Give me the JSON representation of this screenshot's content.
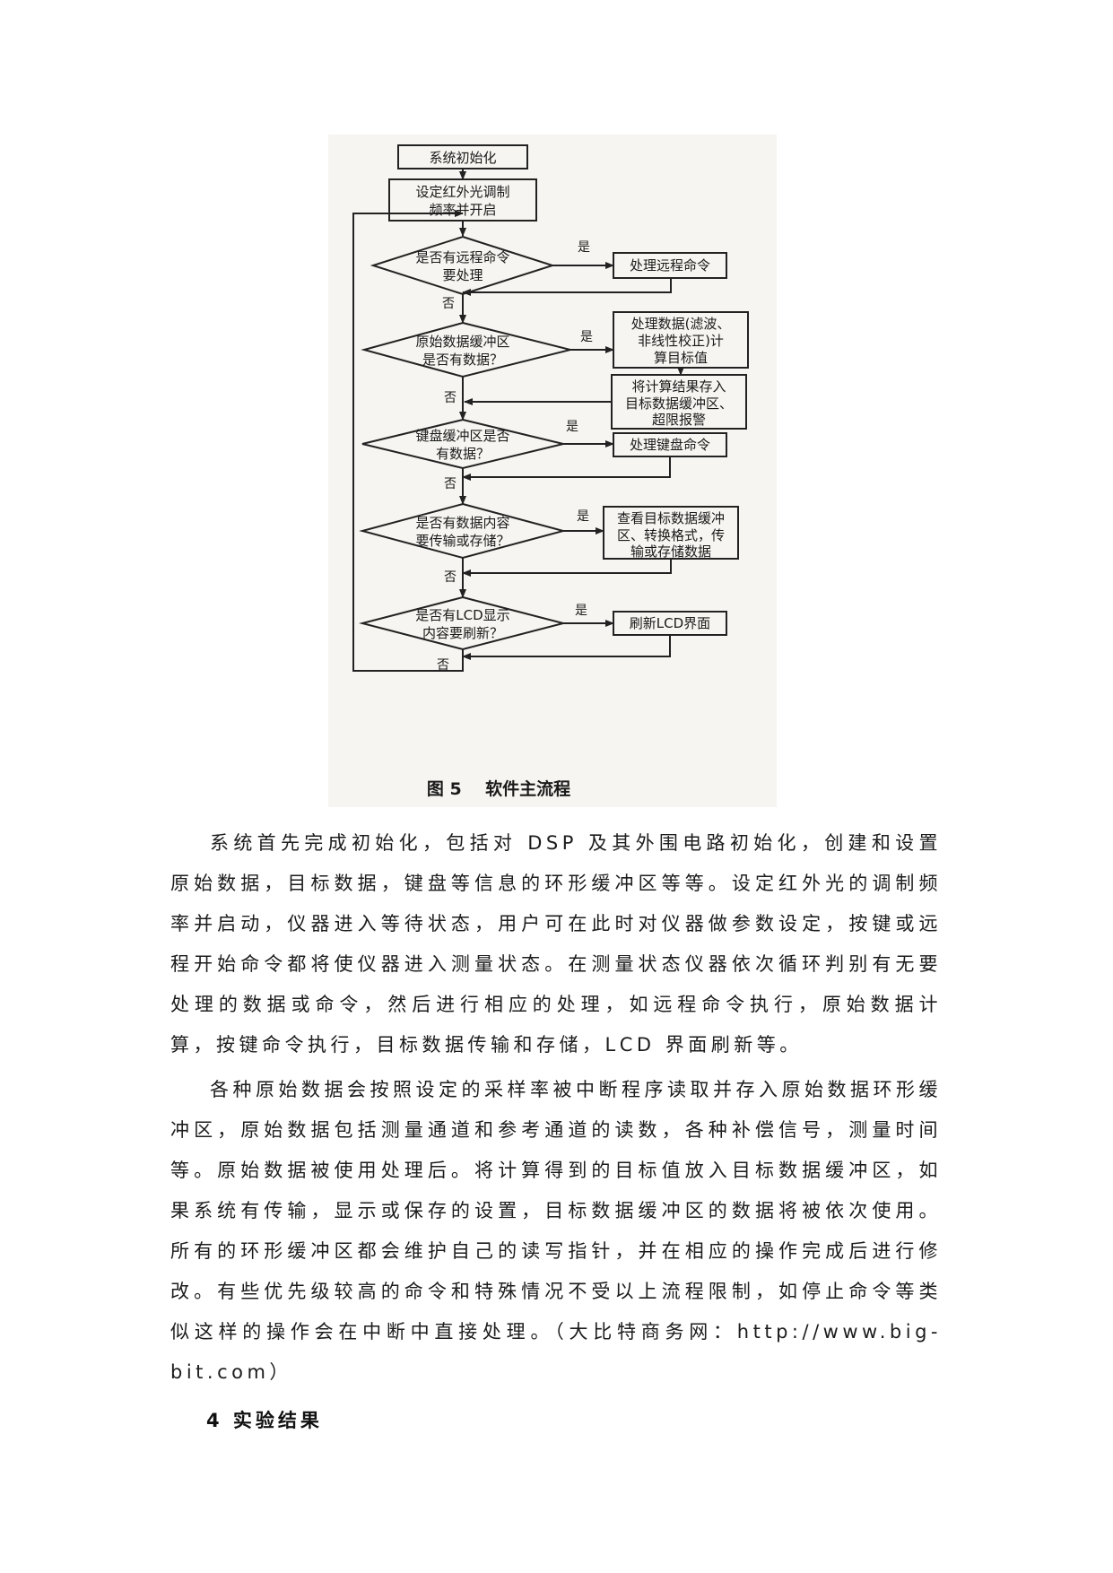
{
  "figure": {
    "caption": "图 5    软件主流程",
    "nodes": {
      "init": "系统初始化",
      "set_ir_1": "设定红外光调制",
      "set_ir_2": "频率并开启",
      "q_remote_1": "是否有远程命令",
      "q_remote_2": "要处理",
      "remote_proc": "处理远程命令",
      "q_raw_1": "原始数据缓冲区",
      "q_raw_2": "是否有数据？",
      "proc_data_1": "处理数据(滤波、",
      "proc_data_2": "非线性校正)计",
      "proc_data_3": "算目标值",
      "store_1": "将计算结果存入",
      "store_2": "目标数据缓冲区、",
      "store_3": "超限报警",
      "q_key_1": "键盘缓冲区是否",
      "q_key_2": "有数据？",
      "key_proc": "处理键盘命令",
      "q_tx_1": "是否有数据内容",
      "q_tx_2": "要传输或存储？",
      "tx_proc_1": "查看目标数据缓冲",
      "tx_proc_2": "区、转换格式，传",
      "tx_proc_3": "输或存储数据",
      "q_lcd_1": "是否有LCD显示",
      "q_lcd_2": "内容要刷新？",
      "lcd_proc": "刷新LCD界面"
    },
    "yes_label": "是",
    "no_label": "否"
  },
  "paragraphs": [
    "系统首先完成初始化，包括对 DSP 及其外围电路初始化，创建和设置原始数据，目标数据，键盘等信息的环形缓冲区等等。设定红外光的调制频率并启动，仪器进入等待状态，用户可在此时对仪器做参数设定，按键或远程开始命令都将使仪器进入测量状态。在测量状态仪器依次循环判别有无要处理的数据或命令，然后进行相应的处理，如远程命令执行，原始数据计算，按键命令执行，目标数据传输和存储，LCD 界面刷新等。",
    "各种原始数据会按照设定的采样率被中断程序读取并存入原始数据环形缓冲区，原始数据包括测量通道和参考通道的读数，各种补偿信号，测量时间等。原始数据被使用处理后。将计算得到的目标值放入目标数据缓冲区，如果系统有传输，显示或保存的设置，目标数据缓冲区的数据将被依次使用。所有的环形缓冲区都会维护自己的读写指针，并在相应的操作完成后进行修改。有些优先级较高的命令和特殊情况不受以上流程限制，如停止命令等类似这样的操作会在中断中直接处理。（大比特商务网：http://www.big-bit.com）"
  ],
  "section_heading": "4  实验结果"
}
